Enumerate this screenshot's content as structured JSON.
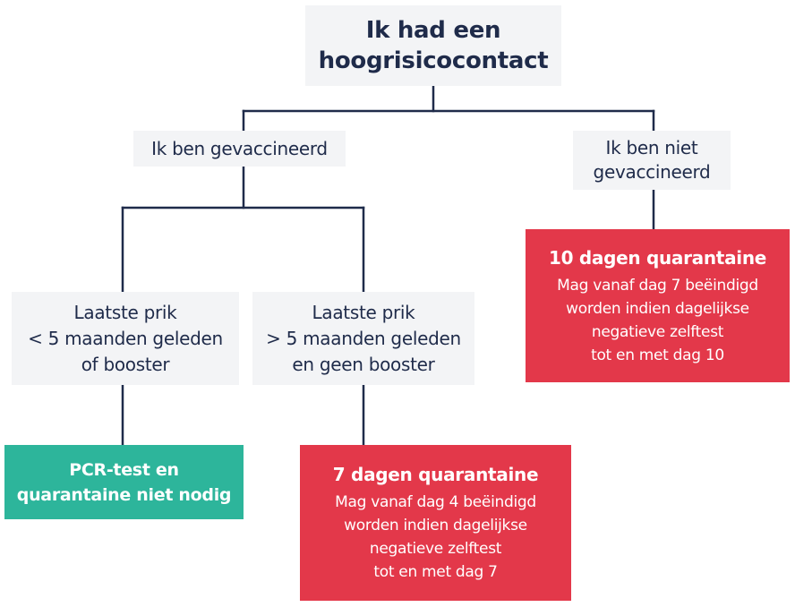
{
  "root": {
    "line1": "Ik had een",
    "line2": "hoogrisicocontact"
  },
  "vaccinated": {
    "label": "Ik ben gevaccineerd"
  },
  "not_vaccinated": {
    "line1": "Ik ben niet",
    "line2": "gevaccineerd",
    "outcome": {
      "title": "10 dagen quarantaine",
      "body": [
        "Mag vanaf dag 7 beëindigd",
        "worden indien dagelijkse",
        "negatieve zelftest",
        "tot en met dag 10"
      ]
    }
  },
  "recent": {
    "lines": [
      "Laatste prik",
      "< 5 maanden geleden",
      "of booster"
    ],
    "outcome": {
      "lines": [
        "PCR-test en",
        "quarantaine niet nodig"
      ]
    }
  },
  "older": {
    "lines": [
      "Laatste prik",
      "> 5 maanden geleden",
      "en geen booster"
    ],
    "outcome": {
      "title": "7 dagen quarantaine",
      "body": [
        "Mag vanaf dag 4 beëindigd",
        "worden indien dagelijkse",
        "negatieve zelftest",
        "tot en met dag 7"
      ]
    }
  },
  "colors": {
    "navy": "#1f2b4a",
    "box_gray": "#f3f4f6",
    "red": "#e3384a",
    "green": "#2db59b"
  }
}
